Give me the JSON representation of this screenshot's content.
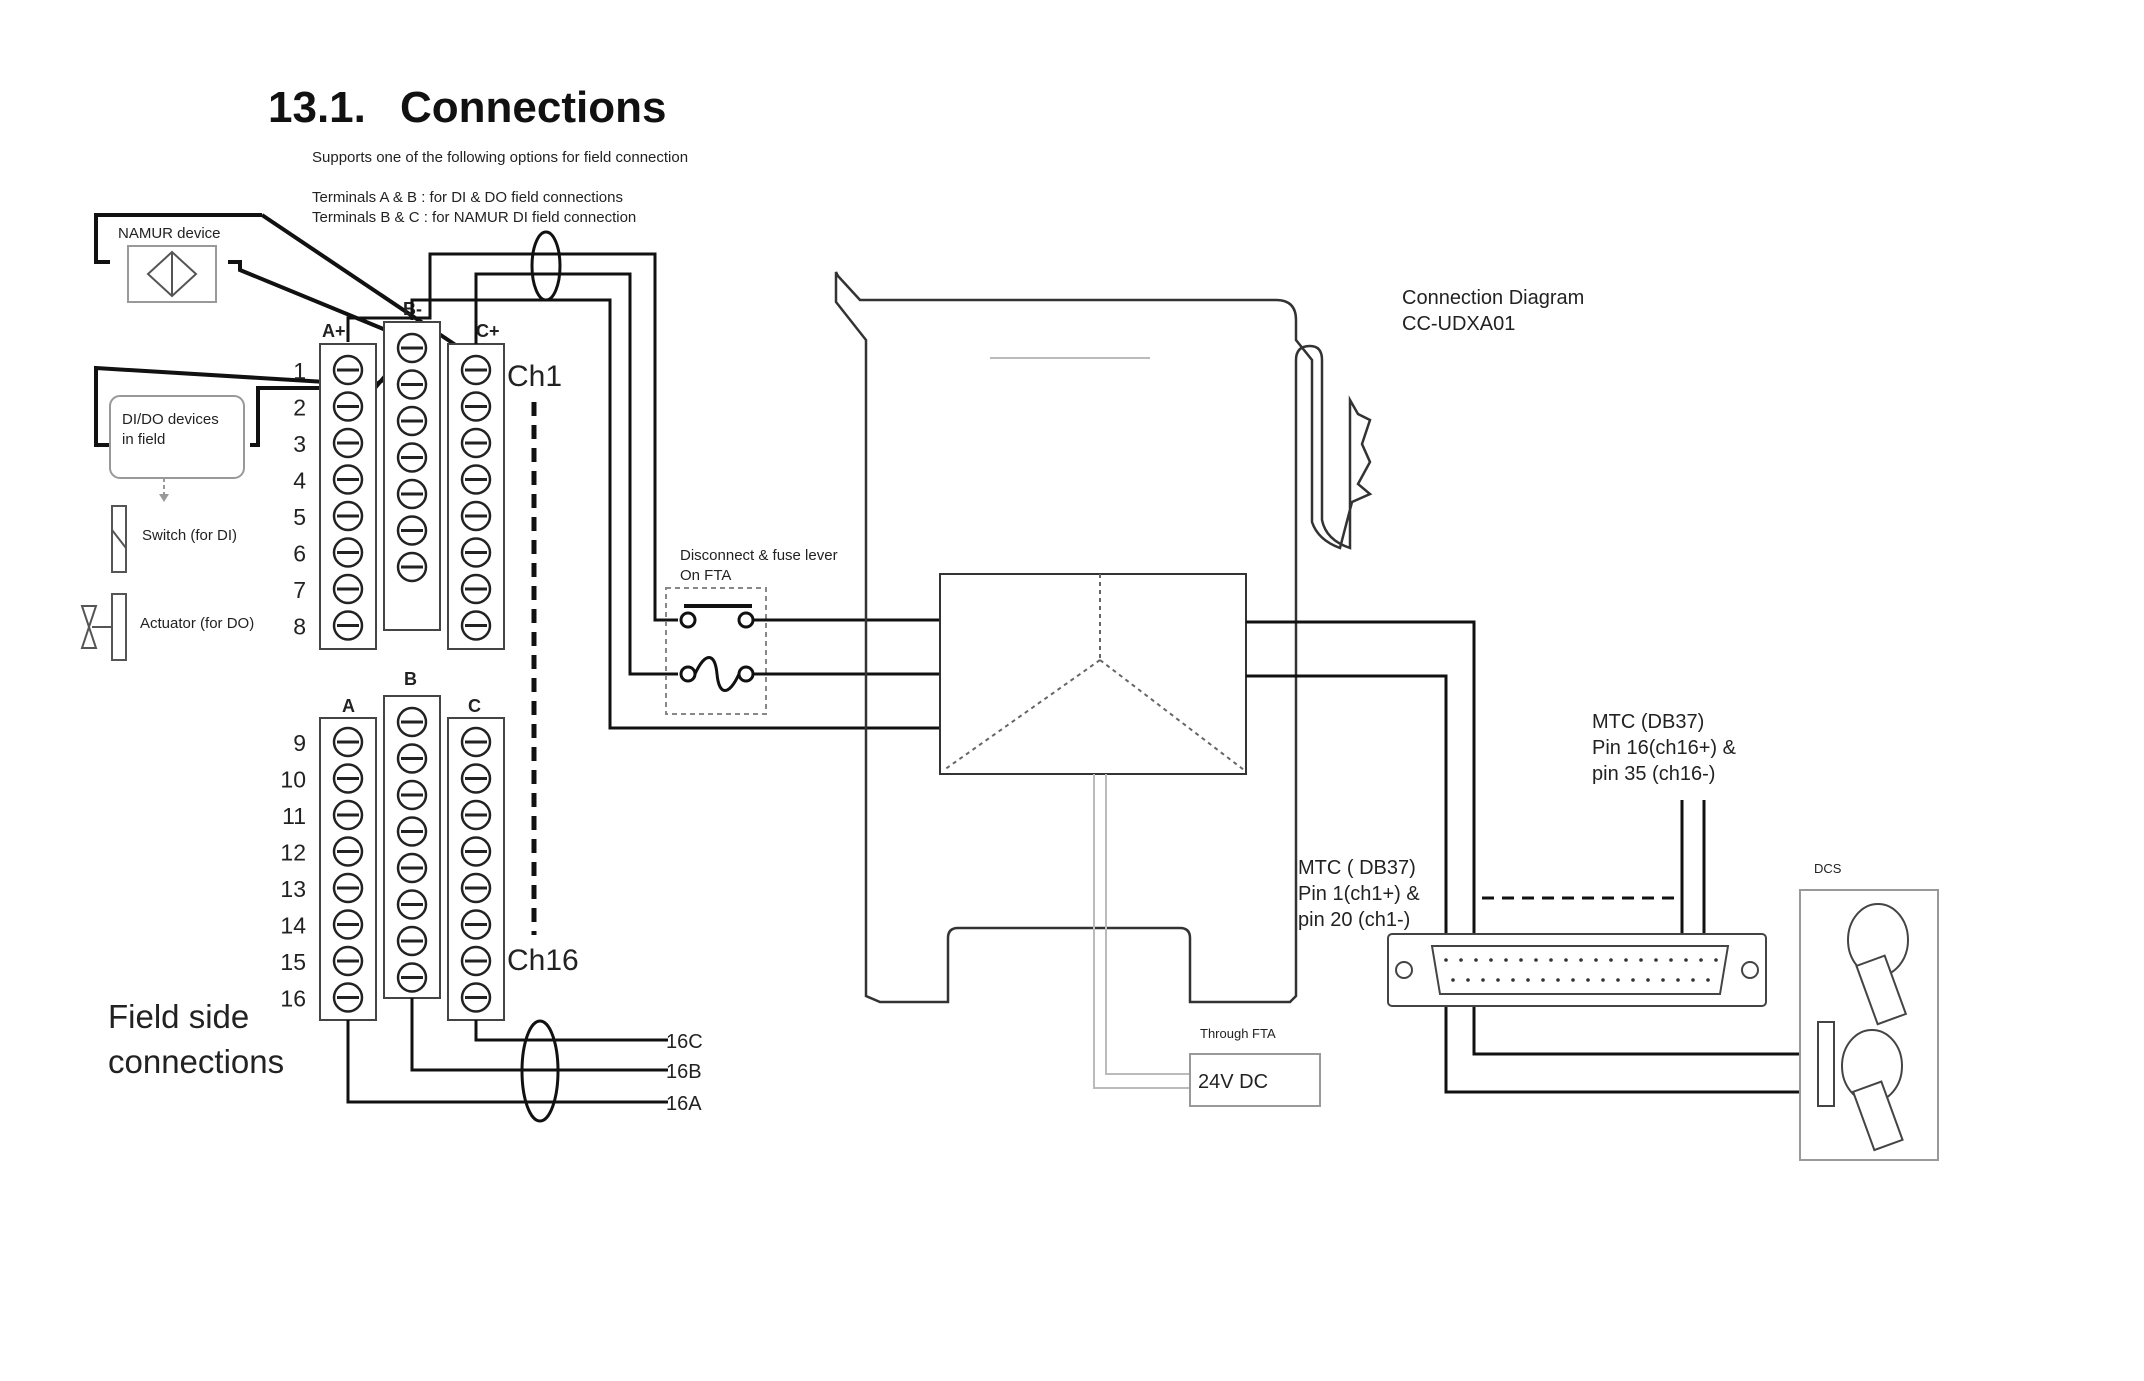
{
  "section_number": "13.1.",
  "section_title": "Connections",
  "intro": "Supports one of the following options for field connection",
  "terminal_notes": [
    "Terminals A & B  : for DI & DO field connections",
    "Terminals B & C : for NAMUR DI field connection"
  ],
  "namur_device": "NAMUR device",
  "didodevices": [
    "DI/DO devices",
    "in field"
  ],
  "switch_label": "Switch (for DI)",
  "actuator_label": "Actuator (for DO)",
  "upper_headers": {
    "a": "A+",
    "b": "B-",
    "c": "C+"
  },
  "lower_headers": {
    "a": "A",
    "b": "B",
    "c": "C"
  },
  "upper_rows": [
    "1",
    "2",
    "3",
    "4",
    "5",
    "6",
    "7",
    "8"
  ],
  "lower_rows": [
    "9",
    "10",
    "11",
    "12",
    "13",
    "14",
    "15",
    "16"
  ],
  "ch1": "Ch1",
  "ch16": "Ch16",
  "field_side": [
    "Field side",
    "connections"
  ],
  "field_wires": [
    "16C",
    "16B",
    "16A"
  ],
  "fuse_label": [
    "Disconnect & fuse lever",
    "On FTA"
  ],
  "diagram_title": [
    "Connection Diagram",
    "CC-UDXA01"
  ],
  "mtc_ch16": [
    "MTC (DB37)",
    "Pin 16(ch16+) &",
    "pin 35 (ch16-)"
  ],
  "mtc_ch1": [
    "MTC ( DB37)",
    "Pin 1(ch1+) &",
    "pin 20 (ch1-)"
  ],
  "dcs_label": "DCS",
  "through_fta": "Through FTA",
  "power": "24V DC"
}
